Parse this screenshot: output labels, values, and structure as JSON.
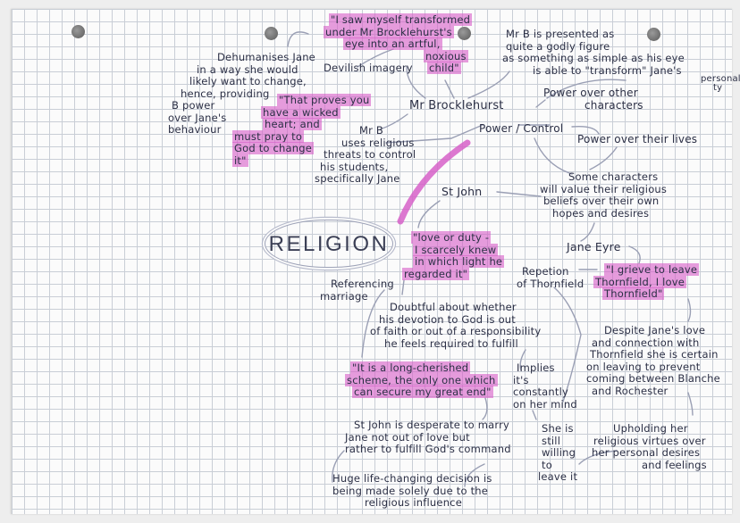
{
  "title": "RELIGION",
  "quote_transformed": [
    "\"I saw myself transformed",
    "under Mr Brocklehurst's",
    "eye into an artful,",
    "noxious",
    "child\""
  ],
  "dehumanises": [
    "Dehumanises Jane",
    "in a way she would",
    "likely want to change,",
    "hence, providing",
    "B power",
    "over Jane's",
    "behaviour"
  ],
  "devilish_imagery": "Devilish imagery",
  "quote_wicked": [
    "\"That proves you",
    "have a wicked",
    "heart; and",
    "must pray to",
    "God to change",
    "it\""
  ],
  "mr_b_presented": [
    "Mr B is presented as",
    "quite a godly figure",
    "as something as simple as his eye",
    "is able to \"transform\" Jane's",
    "personali",
    "ty"
  ],
  "mr_brocklehurst": "Mr Brocklehurst",
  "power_over_other": [
    "Power over other",
    "characters"
  ],
  "mr_b_threats": [
    "Mr B",
    "uses religious",
    "threats to control",
    "his students,",
    "specifically Jane"
  ],
  "power_control": "Power / Control",
  "power_over_lives": "Power over their lives",
  "some_characters": [
    "Some characters",
    "will value their religious",
    "beliefs over their own",
    "hopes and desires"
  ],
  "st_john": "St John",
  "jane_eyre": "Jane Eyre",
  "quote_love_duty": [
    "\"love or duty -",
    "I scarcely knew",
    "in which light he",
    "regarded it\""
  ],
  "referencing_marriage": [
    "Referencing",
    "marriage"
  ],
  "repetition": [
    "Repetion",
    "of Thornfield"
  ],
  "quote_grieve": [
    "\"I grieve to leave",
    "Thornfield, I love",
    "Thornfield\""
  ],
  "doubtful": [
    "Doubtful about whether",
    "his devotion to God is out",
    "of faith or out of a responsibility",
    "he feels required to fulfill"
  ],
  "despite": [
    "Despite Jane's love",
    "and connection with",
    "Thornfield she is certain",
    "on leaving to prevent",
    "coming between Blanche",
    "and Rochester"
  ],
  "quote_scheme": [
    "\"It is a long-cherished",
    "scheme, the only one which",
    "can secure my great end\""
  ],
  "implies": [
    "Implies",
    "it's",
    "constantly",
    "on her mind"
  ],
  "st_john_desperate": [
    "St John is desperate to marry",
    "Jane not out of love but",
    "rather to fulfill God's command"
  ],
  "she_is_still": [
    "She is",
    "still",
    "willing",
    "to",
    "leave it"
  ],
  "upholding": [
    "Upholding her",
    "religious virtues over",
    "her personal desires",
    "and feelings"
  ],
  "huge_decision": [
    "Huge life-changing decision is",
    "being made solely due to the",
    "religious influence"
  ],
  "colors": {
    "ink": "#2b2f45",
    "highlight": "#d660c8",
    "grid": "#c9ced6",
    "arrow": "#9a9fb4"
  }
}
